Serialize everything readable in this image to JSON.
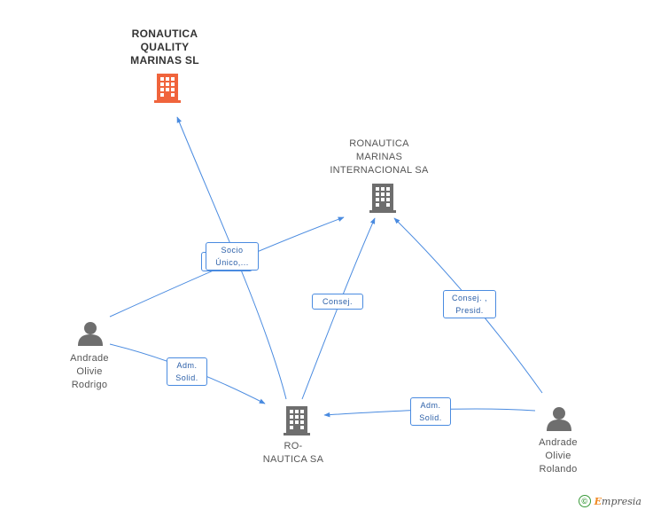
{
  "nodes": {
    "ronautica_quality": {
      "lines": [
        "RONAUTICA",
        "QUALITY",
        "MARINAS  SL"
      ],
      "icon": "building-icon",
      "color": "#f0643c"
    },
    "ronautica_internacional": {
      "lines": [
        "RONAUTICA",
        "MARINAS",
        "INTERNACIONAL SA"
      ],
      "icon": "building-icon",
      "color": "#6e6e6e"
    },
    "ronautica_sa": {
      "lines": [
        "RO-",
        "NAUTICA SA"
      ],
      "icon": "building-icon",
      "color": "#6e6e6e"
    },
    "andrade_rodrigo": {
      "lines": [
        "Andrade",
        "Olivie",
        "Rodrigo"
      ],
      "icon": "person-icon",
      "color": "#6e6e6e"
    },
    "andrade_rolando": {
      "lines": [
        "Andrade",
        "Olivie",
        "Rolando"
      ],
      "icon": "person-icon",
      "color": "#6e6e6e"
    }
  },
  "edge_labels": {
    "socio": [
      "Socio",
      "Único,..."
    ],
    "consej": [
      "Consej."
    ],
    "consej_presid": [
      "Consej. ,",
      "Presid."
    ],
    "adm_rodrigo": [
      "Adm.",
      "Solid."
    ],
    "adm_rolando": [
      "Adm.",
      "Solid."
    ]
  },
  "footer": {
    "copyright": "©",
    "brand_first": "E",
    "brand_rest": "mpresia"
  },
  "colors": {
    "edge": "#4a8be0",
    "company_main": "#f0643c",
    "company": "#6e6e6e",
    "person": "#6e6e6e"
  }
}
